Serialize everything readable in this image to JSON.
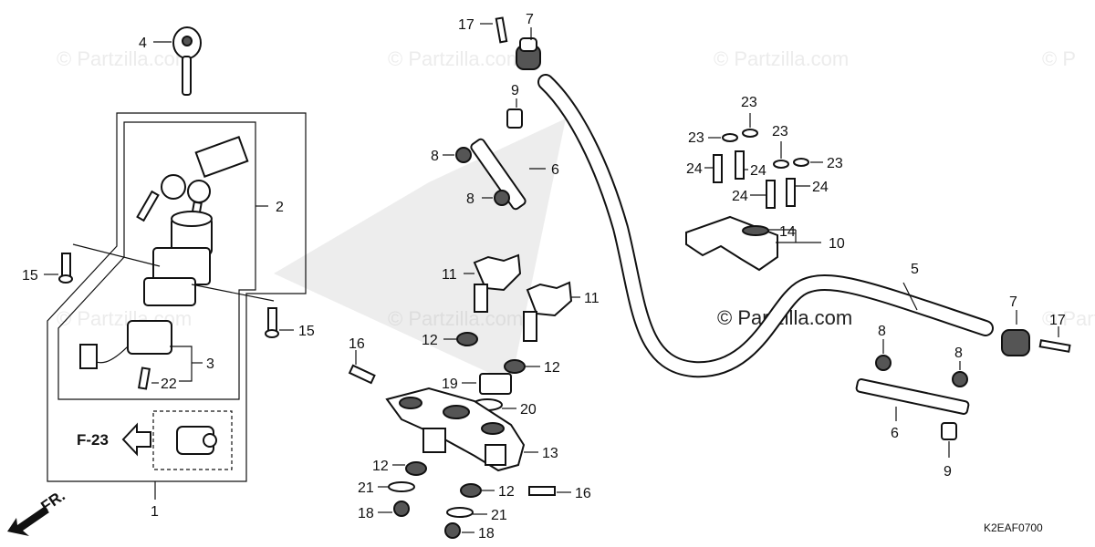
{
  "watermarks": [
    "© Partzilla.com",
    "© Partzilla.com",
    "© Partzilla.com",
    "© Partzilla.com",
    "© Partzilla.com",
    "© Partzilla.com",
    "© P"
  ],
  "watermark_main": "© Partzilla.com",
  "diagram_code": "K2EAF0700",
  "reference": "F-23",
  "direction_label": "FR.",
  "callouts": {
    "c1": "1",
    "c2": "2",
    "c3": "3",
    "c4": "4",
    "c5": "5",
    "c6a": "6",
    "c6b": "6",
    "c7a": "7",
    "c7b": "7",
    "c8a": "8",
    "c8b": "8",
    "c8c": "8",
    "c8d": "8",
    "c9a": "9",
    "c9b": "9",
    "c10": "10",
    "c11a": "11",
    "c11b": "11",
    "c12a": "12",
    "c12b": "12",
    "c12c": "12",
    "c12d": "12",
    "c13": "13",
    "c14": "14",
    "c15a": "15",
    "c15b": "15",
    "c16a": "16",
    "c16b": "16",
    "c17a": "17",
    "c17b": "17",
    "c18a": "18",
    "c18b": "18",
    "c19": "19",
    "c20": "20",
    "c21a": "21",
    "c21b": "21",
    "c22": "22",
    "c23a": "23",
    "c23b": "23",
    "c23c": "23",
    "c23d": "23",
    "c24a": "24",
    "c24b": "24",
    "c24c": "24",
    "c24d": "24"
  }
}
